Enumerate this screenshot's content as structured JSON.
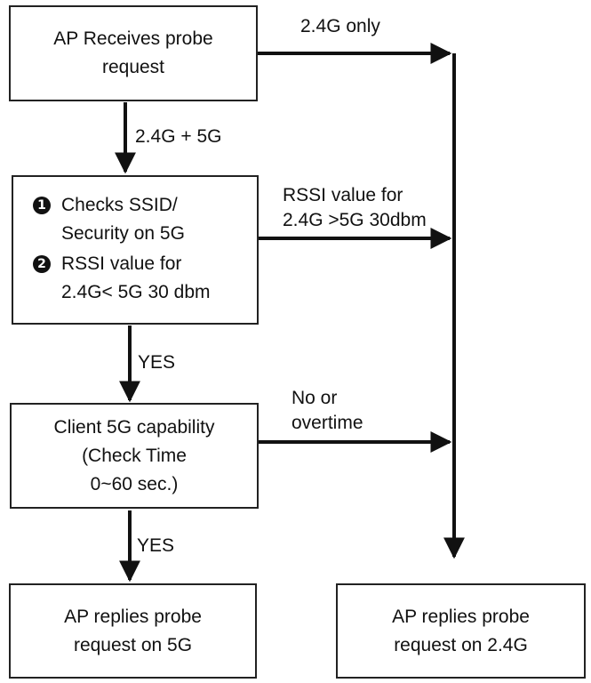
{
  "nodes": {
    "receive": {
      "lines": [
        "AP Receives probe",
        "request"
      ]
    },
    "check": {
      "step1": {
        "marker": "1",
        "lines": [
          "Checks SSID/",
          "Security on 5G"
        ]
      },
      "step2": {
        "marker": "2",
        "lines": [
          "RSSI value for",
          "2.4G< 5G 30 dbm"
        ]
      }
    },
    "capability": {
      "lines": [
        "Client 5G capability",
        "(Check Time",
        "0~60 sec.)"
      ]
    },
    "reply5g": {
      "lines": [
        "AP replies probe",
        "request on 5G"
      ]
    },
    "reply24g": {
      "lines": [
        "AP replies probe",
        "request on 2.4G"
      ]
    }
  },
  "edges": {
    "only24": {
      "label": "2.4G only"
    },
    "dual": {
      "label": "2.4G + 5G"
    },
    "rssi": {
      "lines": [
        "RSSI value for",
        "2.4G >5G 30dbm"
      ]
    },
    "yes1": {
      "label": "YES"
    },
    "nocap": {
      "lines": [
        "No or",
        "overtime"
      ]
    },
    "yes2": {
      "label": "YES"
    }
  },
  "colors": {
    "stroke": "#222222",
    "text": "#111111",
    "background": "#ffffff"
  }
}
